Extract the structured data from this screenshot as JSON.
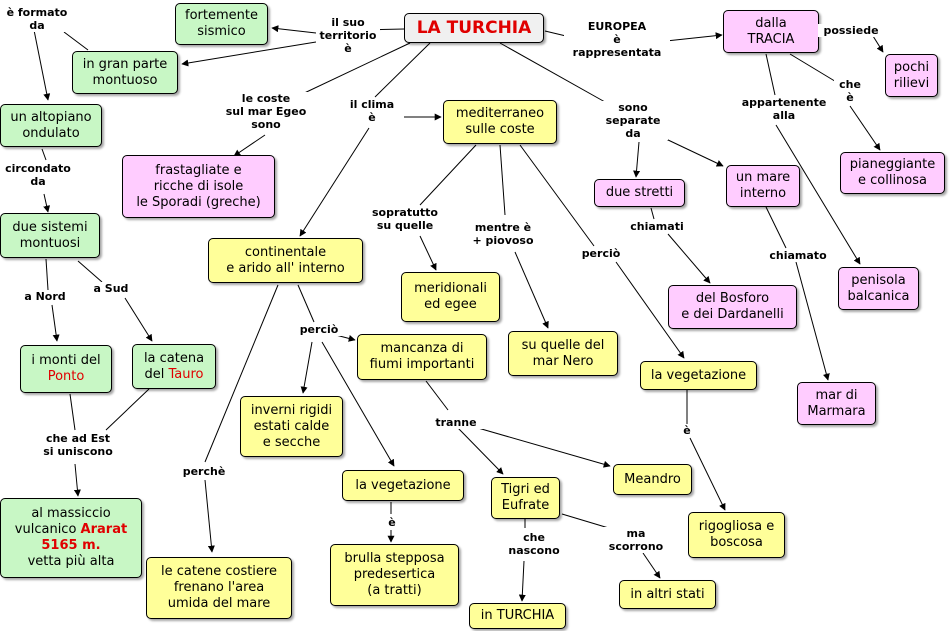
{
  "title": "LA TURCHIA",
  "nodes": {
    "fortemente": "fortemente\nsismico",
    "montuoso": "in gran parte\nmontuoso",
    "altopiano": "un altopiano\nondulato",
    "sistemi": "due sistemi\nmontuosi",
    "ponto_a": "i monti del\n",
    "ponto_b": "Ponto",
    "tauro_a": "la catena\ndel ",
    "tauro_b": "Tauro",
    "ararat_a": "al massiccio\nvulcanico ",
    "ararat_b": "Ararat\n5165 m.",
    "ararat_c": "\nvetta più alta",
    "frastagliate": "frastagliate e\nricche di isole\nle Sporadi (greche)",
    "continentale": "continentale\ne arido all' interno",
    "mediterraneo": "mediterraneo\nsulle coste",
    "meridionali": "meridionali\ned egee",
    "mar_nero": "su quelle del\nmar Nero",
    "mancanza": "mancanza di\nfiumi importanti",
    "inverni": "inverni rigidi\nestati calde\ne secche",
    "veg_left": "la vegetazione",
    "brulla": "brulla stepposa\npredesertica\n(a tratti)",
    "catene": "le catene costiere\nfrenano l'area\numida del mare",
    "tigri": "Tigri ed\nEufrate",
    "in_turchia": "in TURCHIA",
    "meandro": "Meandro",
    "altri_stati": "in altri stati",
    "veg_right": "la vegetazione",
    "rigogliosa": "rigogliosa e\nboscosa",
    "stretti": "due stretti",
    "bosforo": "del Bosforo\ne dei Dardanelli",
    "mare_interno": "un mare\ninterno",
    "marmara": "mar di\nMarmara",
    "tracia": "dalla\nTRACIA",
    "pochi_rilievi": "pochi\nrilievi",
    "pianeggiante": "pianeggiante\ne collinosa",
    "balcanica": "penisola\nbalcanica"
  },
  "labels": {
    "formato": "è formato\nda",
    "territorio": "il suo\nterritorio\nè",
    "europea": "EUROPEA\nè\nrappresentata",
    "possiede": "possiede",
    "che_e": "che\nè",
    "appartenente": "appartenente\nalla",
    "separate": "sono\nseparate\nda",
    "chiamati": "chiamati",
    "chiamato": "chiamato",
    "coste": "le coste\nsul mar Egeo\nsono",
    "clima": "il clima\nè",
    "circondato": "circondato\nda",
    "a_nord": "a Nord",
    "a_sud": "a Sud",
    "est": "che ad Est\nsi uniscono",
    "perche": "perchè",
    "percio_left": "perciò",
    "sopratutto": "sopratutto\nsu quelle",
    "piovoso": "mentre è\n+ piovoso",
    "percio_right": "perciò",
    "tranne": "tranne",
    "e_left": "è",
    "e_right": "è",
    "nascono": "che\nnascono",
    "scorrono": "ma\nscorrono"
  },
  "colors": {
    "green": "#c8f7c5",
    "yellow": "#ffff99",
    "pink": "#ffccff",
    "title_text": "#e00000"
  }
}
